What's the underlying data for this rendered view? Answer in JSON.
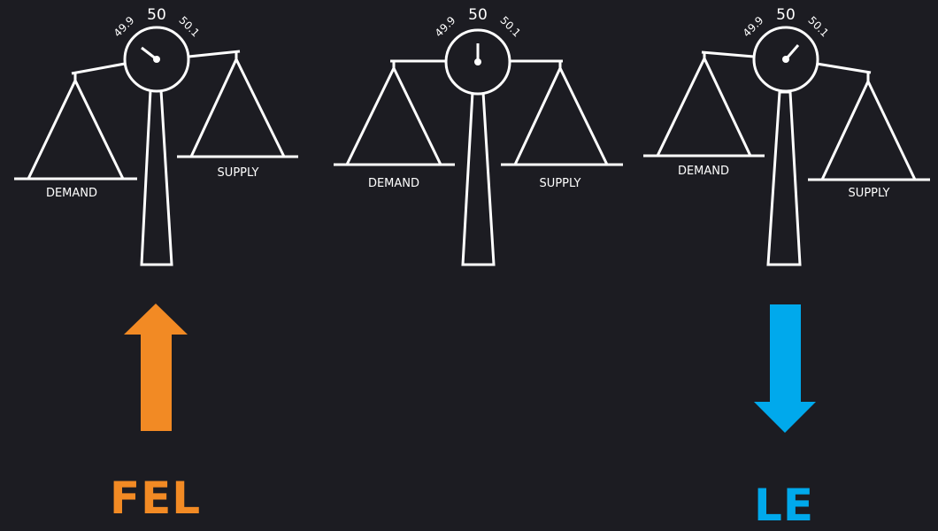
{
  "colors": {
    "background": "#1c1c22",
    "line": "#ffffff",
    "up_arrow": "#f28a24",
    "down_arrow": "#00a9ec"
  },
  "scales": [
    {
      "id": "left",
      "gauge": {
        "low": "49.9",
        "mid": "50",
        "high": "50.1"
      },
      "demand_label": "DEMAND",
      "supply_label": "SUPPLY",
      "needle": "tilted-left",
      "beam": "demand-side-low"
    },
    {
      "id": "center",
      "gauge": {
        "low": "49.9",
        "mid": "50",
        "high": "50.1"
      },
      "demand_label": "DEMAND",
      "supply_label": "SUPPLY",
      "needle": "vertical",
      "beam": "level"
    },
    {
      "id": "right",
      "gauge": {
        "low": "49.9",
        "mid": "50",
        "high": "50.1"
      },
      "demand_label": "DEMAND",
      "supply_label": "SUPPLY",
      "needle": "tilted-right",
      "beam": "supply-side-low"
    }
  ],
  "indicators": {
    "up": {
      "direction": "up",
      "icon": "arrow-up-icon",
      "label": "FEL"
    },
    "down": {
      "direction": "down",
      "icon": "arrow-down-icon",
      "label": "LE"
    }
  }
}
